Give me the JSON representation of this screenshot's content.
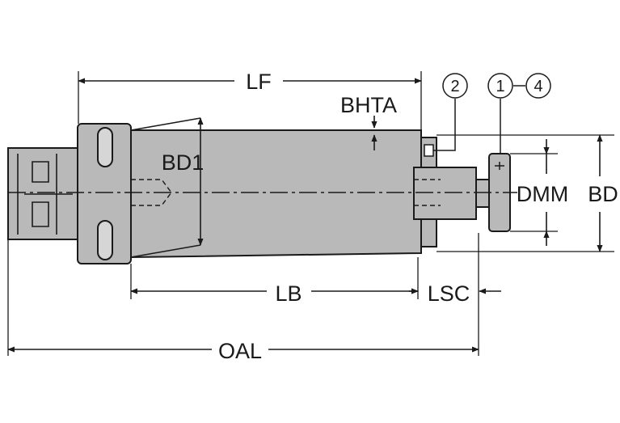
{
  "diagram": {
    "colors": {
      "body_fill": "#b9b9b9",
      "line": "#1a1a1a",
      "background": "#ffffff"
    },
    "dimensions": {
      "lf": "LF",
      "bhta": "BHTA",
      "bd1": "BD1",
      "lb": "LB",
      "lsc": "LSC",
      "oal": "OAL",
      "dmm": "DMM",
      "bd": "BD"
    },
    "callouts": {
      "c2": "2",
      "c1": "1",
      "c4": "4"
    }
  }
}
